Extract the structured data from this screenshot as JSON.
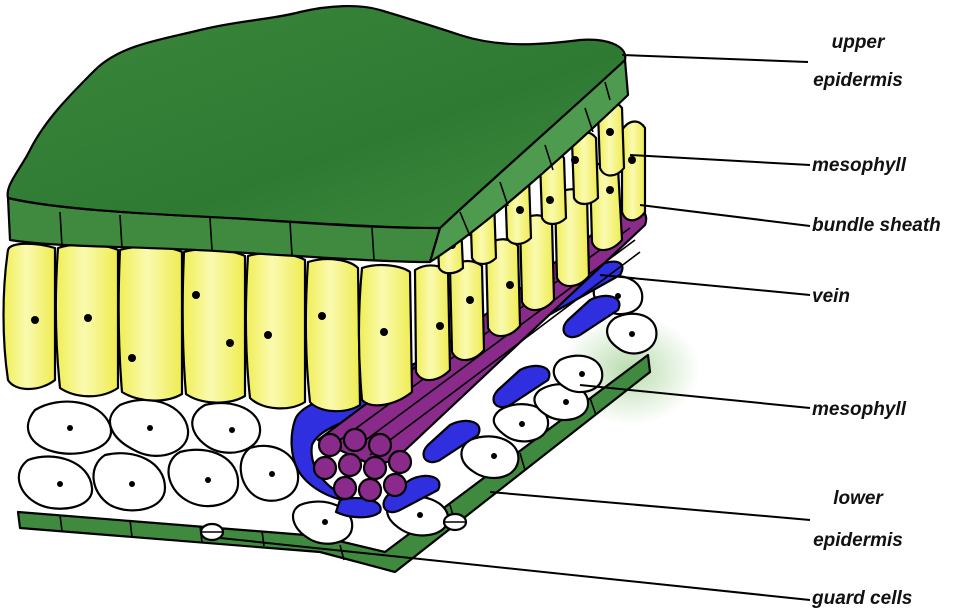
{
  "labels": {
    "upper_epidermis_1": "upper",
    "upper_epidermis_2": "epidermis",
    "mesophyll_top": "mesophyll",
    "bundle_sheath": "bundle sheath",
    "vein": "vein",
    "mesophyll_bottom": "mesophyll",
    "lower_epidermis_1": "lower",
    "lower_epidermis_2": "epidermis",
    "guard_cells": "guard cells"
  },
  "colors": {
    "epidermis_green": "#3f8a3f",
    "epidermis_light": "#4e9a4e",
    "palisade_yellow": "#f4f26a",
    "palisade_highlight": "#fbfbc4",
    "bundle_sheath_blue": "#2f2fe0",
    "vein_purple": "#8a2a8a",
    "spongy_white": "#ffffff",
    "outline": "#000000"
  }
}
